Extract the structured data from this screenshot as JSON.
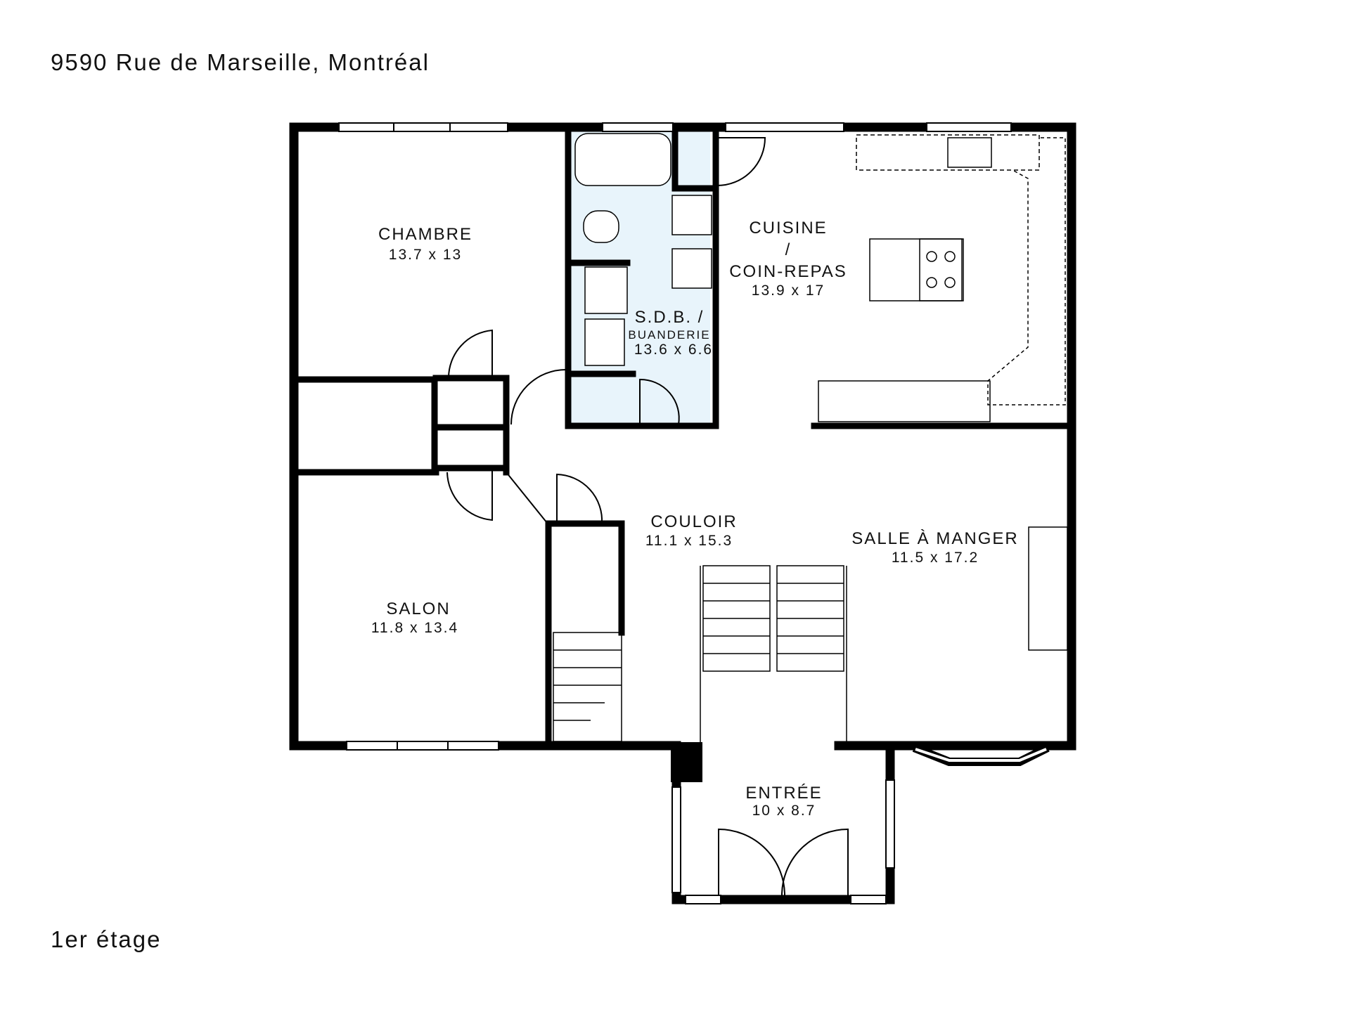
{
  "header": {
    "address": "9590 Rue de Marseille, Montréal"
  },
  "footer": {
    "floor_label": "1er étage"
  },
  "colors": {
    "wall": "#000000",
    "bathroom_fill": "#e8f4fb",
    "background": "#ffffff"
  },
  "rooms": {
    "chambre": {
      "name": "CHAMBRE",
      "dims": "13.7 x 13"
    },
    "sdb": {
      "name": "S.D.B. /",
      "name2": "BUANDERIE",
      "dims": "13.6 x 6.6"
    },
    "cuisine": {
      "name": "CUISINE",
      "sep": "/",
      "name2": "COIN-REPAS",
      "dims": "13.9 x 17"
    },
    "couloir": {
      "name": "COULOIR",
      "dims": "11.1 x 15.3"
    },
    "salle_a_manger": {
      "name": "SALLE À MANGER",
      "dims": "11.5 x 17.2"
    },
    "salon": {
      "name": "SALON",
      "dims": "11.8 x 13.4"
    },
    "entree": {
      "name": "ENTRÉE",
      "dims": "10 x 8.7"
    }
  }
}
